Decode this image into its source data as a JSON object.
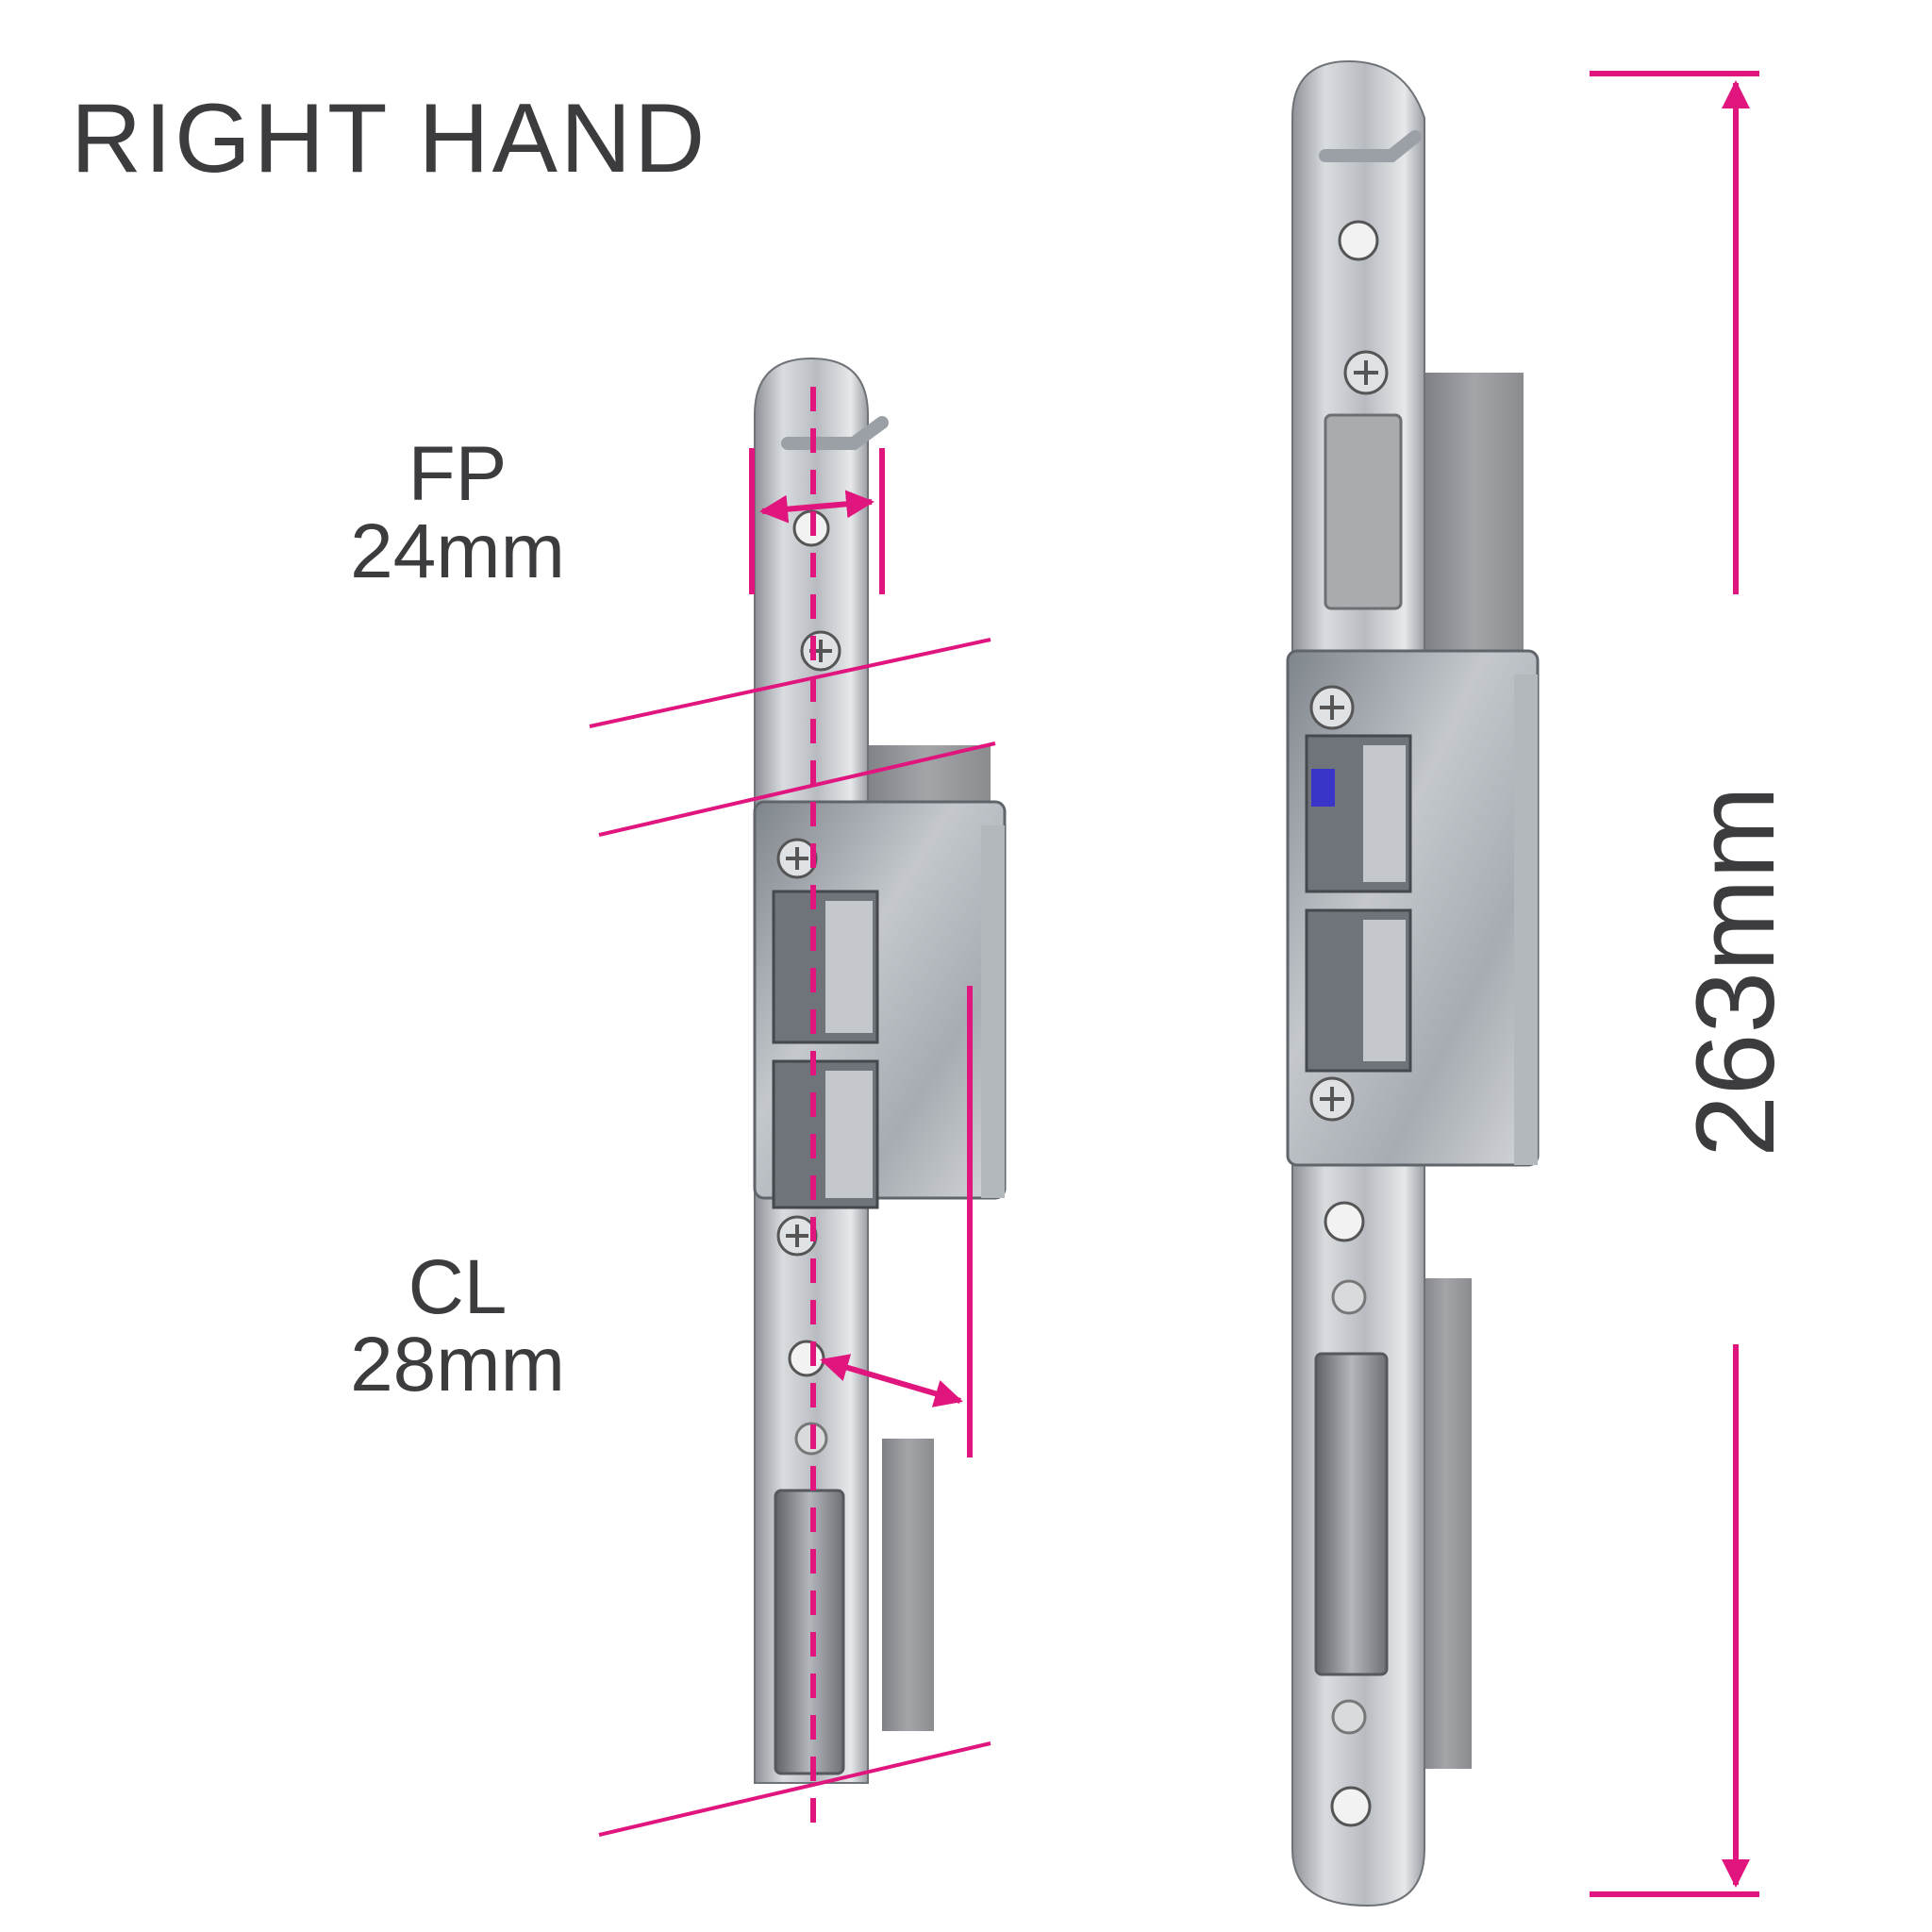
{
  "title": "RIGHT HAND",
  "dimensions": {
    "faceplate": {
      "label": "FP",
      "value": "24mm"
    },
    "centreline": {
      "label": "CL",
      "value": "28mm"
    },
    "length": {
      "value": "263mm"
    }
  },
  "colors": {
    "dimension_line": "#e0157d",
    "text": "#3c3c3e",
    "steel": "#c9ccd0",
    "blue_part": "#3a35c8",
    "grey_case": "#8d8f93",
    "background": "#ffffff"
  }
}
